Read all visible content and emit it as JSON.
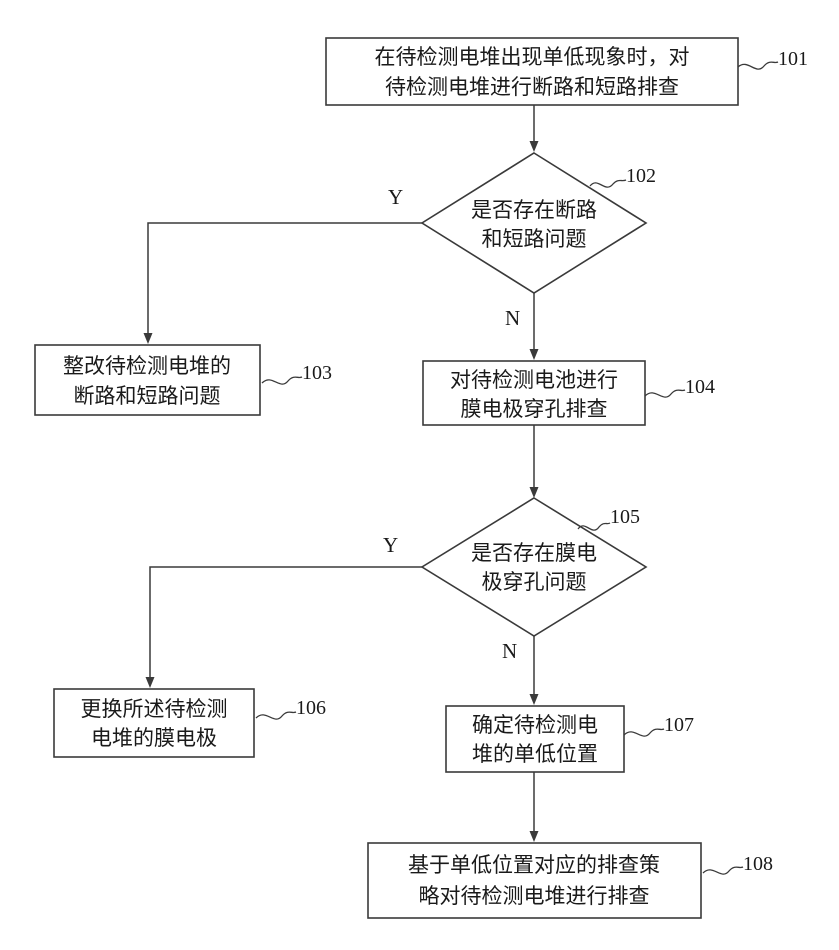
{
  "nodes": {
    "n101": {
      "lines": [
        "在待检测电堆出现单低现象时，对",
        "待检测电堆进行断路和短路排查"
      ],
      "ref": "101"
    },
    "n102": {
      "lines": [
        "是否存在断路",
        "和短路问题"
      ],
      "ref": "102"
    },
    "n103": {
      "lines": [
        "整改待检测电堆的",
        "断路和短路问题"
      ],
      "ref": "103"
    },
    "n104": {
      "lines": [
        "对待检测电池进行",
        "膜电极穿孔排查"
      ],
      "ref": "104"
    },
    "n105": {
      "lines": [
        "是否存在膜电",
        "极穿孔问题"
      ],
      "ref": "105"
    },
    "n106": {
      "lines": [
        "更换所述待检测",
        "电堆的膜电极"
      ],
      "ref": "106"
    },
    "n107": {
      "lines": [
        "确定待检测电",
        "堆的单低位置"
      ],
      "ref": "107"
    },
    "n108": {
      "lines": [
        "基于单低位置对应的排查策",
        "略对待检测电堆进行排查"
      ],
      "ref": "108"
    }
  },
  "edge_labels": {
    "d102_yes": "Y",
    "d102_no": "N",
    "d105_yes": "Y",
    "d105_no": "N"
  }
}
